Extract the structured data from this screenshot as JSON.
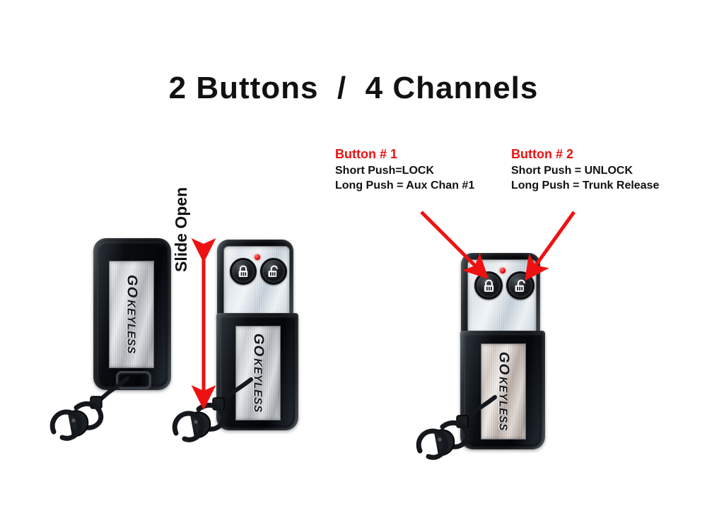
{
  "page": {
    "background_color": "#ffffff",
    "title": "2 Buttons  /  4 Channels"
  },
  "annotations": {
    "slide_open_label": "Slide Open",
    "arrow_color": "#ee1111",
    "heading_color": "#ee1111",
    "body_color": "#111111"
  },
  "callouts": [
    {
      "heading": "Button # 1",
      "line1": "Short Push=LOCK",
      "line2": "Long Push = Aux Chan #1"
    },
    {
      "heading": "Button # 2",
      "line1": "Short Push = UNLOCK",
      "line2": "Long Push = Trunk Release"
    }
  ],
  "remotes": [
    {
      "state": "closed",
      "brand_go": "GO",
      "brand_keyless": "KEYLESS",
      "has_buttons": false,
      "has_led": false
    },
    {
      "state": "open",
      "brand_go": "GO",
      "brand_keyless": "KEYLESS",
      "has_buttons": true,
      "has_led": true,
      "buttons": [
        {
          "name": "lock-button",
          "icon": "padlock-closed-icon",
          "label": "Button # 1"
        },
        {
          "name": "unlock-button",
          "icon": "padlock-open-icon",
          "label": "Button # 2"
        }
      ],
      "led_color": "#e01010"
    },
    {
      "state": "open-annotated",
      "brand_go": "GO",
      "brand_keyless": "KEYLESS",
      "has_buttons": true,
      "has_led": true,
      "buttons": [
        {
          "name": "lock-button",
          "icon": "padlock-closed-icon",
          "label": "Button # 1"
        },
        {
          "name": "unlock-button",
          "icon": "padlock-open-icon",
          "label": "Button # 2"
        }
      ],
      "led_color": "#e01010"
    }
  ]
}
